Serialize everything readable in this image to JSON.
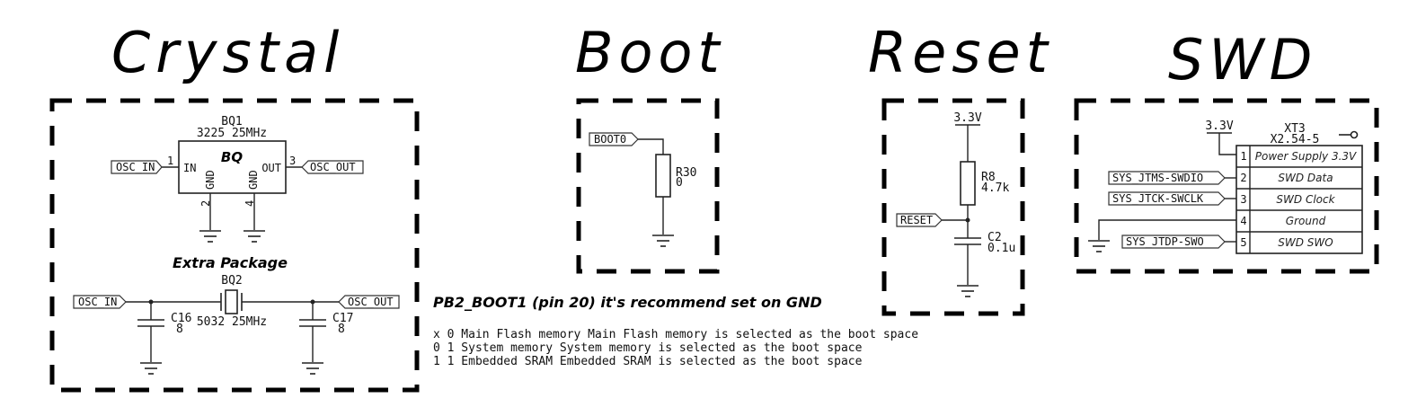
{
  "titles": {
    "crystal": "Crystal",
    "boot": "Boot",
    "reset": "Reset",
    "swd": "SWD"
  },
  "crystal": {
    "bq1_ref": "BQ1",
    "bq1_value": "3225 25MHz",
    "bq_name": "BQ",
    "pin_in_num": "1",
    "pin_in_name": "IN",
    "pin_out_num": "3",
    "pin_out_name": "OUT",
    "gnd_left": "GND",
    "gnd_right": "GND",
    "pin2": "2",
    "pin4": "4",
    "osc_in": "OSC_IN",
    "osc_out": "OSC_OUT",
    "extra_package": "Extra Package",
    "bq2_ref": "BQ2",
    "bq2_value": "5032 25MHz",
    "c16_ref": "C16",
    "c16_value": "8",
    "c17_ref": "C17",
    "c17_value": "8"
  },
  "boot": {
    "net": "BOOT0",
    "r30_ref": "R30",
    "r30_value": "0",
    "note": "PB2_BOOT1 (pin 20) it's recommend set on GND",
    "modes": [
      "x 0 Main Flash memory Main Flash memory is selected as the boot space",
      "0 1 System memory System memory is selected as the boot space",
      "1 1 Embedded SRAM Embedded SRAM is selected as the boot space"
    ]
  },
  "reset": {
    "power": "3.3V",
    "r8_ref": "R8",
    "r8_value": "4.7k",
    "net": "RESET",
    "c2_ref": "C2",
    "c2_value": "0.1u"
  },
  "swd": {
    "power": "3.3V",
    "xt3_ref": "XT3",
    "xt3_value": "X2.54-5",
    "pins": [
      {
        "num": "1",
        "name": "Power Supply 3.3V",
        "net": ""
      },
      {
        "num": "2",
        "name": "SWD Data",
        "net": "SYS_JTMS-SWDIO"
      },
      {
        "num": "3",
        "name": "SWD Clock",
        "net": "SYS_JTCK-SWCLK"
      },
      {
        "num": "4",
        "name": "Ground",
        "net": ""
      },
      {
        "num": "5",
        "name": "SWD SWO",
        "net": "SYS_JTDP-SWO"
      }
    ]
  }
}
